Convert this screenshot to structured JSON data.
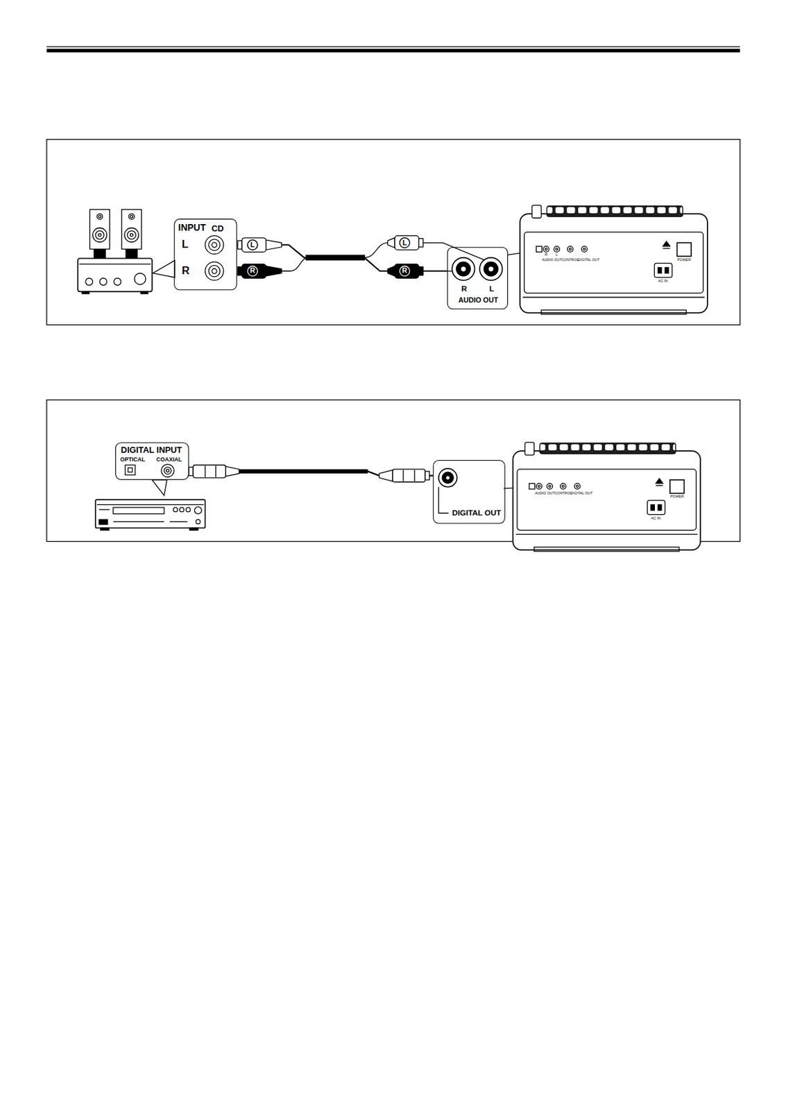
{
  "diagram": {
    "nodes": [
      {
        "text": [
          "INPUT",
          "CD",
          "L",
          "R"
        ]
      },
      {
        "text": [
          "R",
          "L",
          "AUDIO OUT"
        ]
      },
      {
        "text": [
          "DIGITAL INPUT",
          "OPTICAL",
          "COAXIAL"
        ]
      },
      {
        "text": [
          "DIGITAL OUT"
        ]
      }
    ],
    "edges": [
      {
        "from": 0,
        "to": 1,
        "arrow": "none"
      },
      {
        "from": 2,
        "to": 3,
        "arrow": "none"
      }
    ],
    "labels": [
      "L",
      "R",
      "L",
      "R",
      "R",
      "L",
      "AUDIO OUT",
      "CONTROL",
      "DIGITAL OUT",
      "POWER",
      "AC IN",
      "AUDIO OUT",
      "CONTROL",
      "DIGITAL OUT",
      "POWER",
      "AC IN"
    ]
  }
}
